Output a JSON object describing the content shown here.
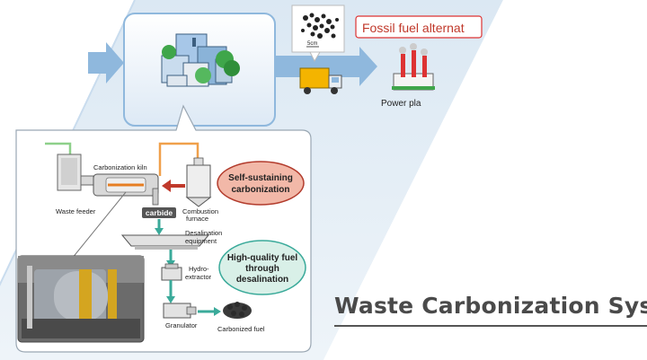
{
  "title": "Waste Carbonization System",
  "top": {
    "fuel_label": "Fossil fuel alternat",
    "scale_label": "5cm",
    "power_plant_label": "Power pla"
  },
  "process": {
    "waste_feeder": "Waste feeder",
    "carbonization_kiln": "Carbonization kiln",
    "combustion_furnace_1": "Combustion",
    "combustion_furnace_2": "furnace",
    "carbide": "carbide",
    "desalination_1": "Desalination",
    "desalination_2": "equipment",
    "hydro_1": "Hydro-",
    "hydro_2": "extractor",
    "granulator": "Granulator",
    "carbonized_fuel": "Carbonized fuel"
  },
  "callouts": {
    "self_sustaining_1": "Self-sustaining",
    "self_sustaining_2": "carbonization",
    "high_quality_1": "High-quality fuel",
    "high_quality_2": "through",
    "high_quality_3": "desalination"
  },
  "colors": {
    "flow_blue": "#8fb8dd",
    "green_arrow": "#3aaa9a",
    "red_arrow": "#c0392b",
    "orange_loop": "#f0a04b",
    "self_sustaining_fill": "#f2b8a8",
    "high_quality_fill": "#d9f0e8"
  }
}
